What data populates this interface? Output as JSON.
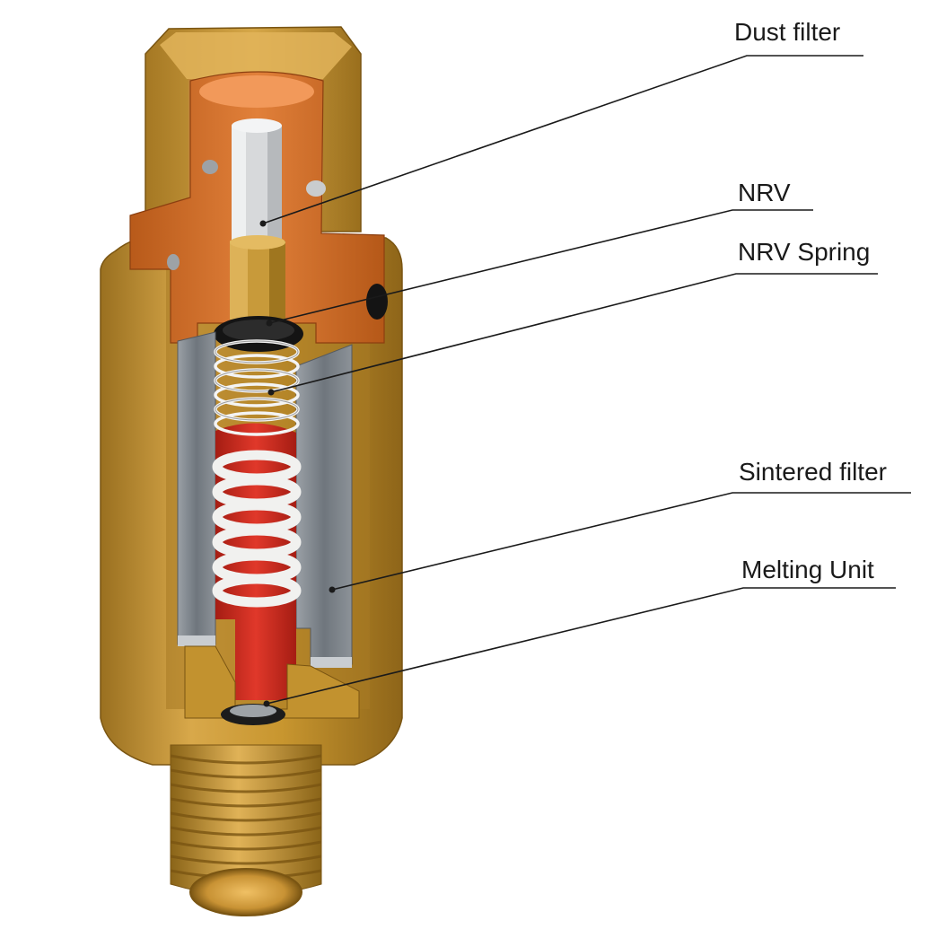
{
  "diagram": {
    "callouts": [
      {
        "id": "dust-filter",
        "label": "Dust filter"
      },
      {
        "id": "nrv",
        "label": "NRV"
      },
      {
        "id": "nrv-spring",
        "label": "NRV Spring"
      },
      {
        "id": "sintered-filter",
        "label": "Sintered filter"
      },
      {
        "id": "melting-unit",
        "label": "Melting Unit"
      }
    ]
  },
  "colors": {
    "brass_light": "#d9a94a",
    "brass_mid": "#b8862b",
    "brass_dark": "#8a6418",
    "copper": "#cc6a22",
    "copper_light": "#e98a3a",
    "steel": "#7d8389",
    "steel_light": "#a9adb2",
    "red": "#c8281c",
    "spring": "#f2f2f2",
    "black": "#121212"
  }
}
